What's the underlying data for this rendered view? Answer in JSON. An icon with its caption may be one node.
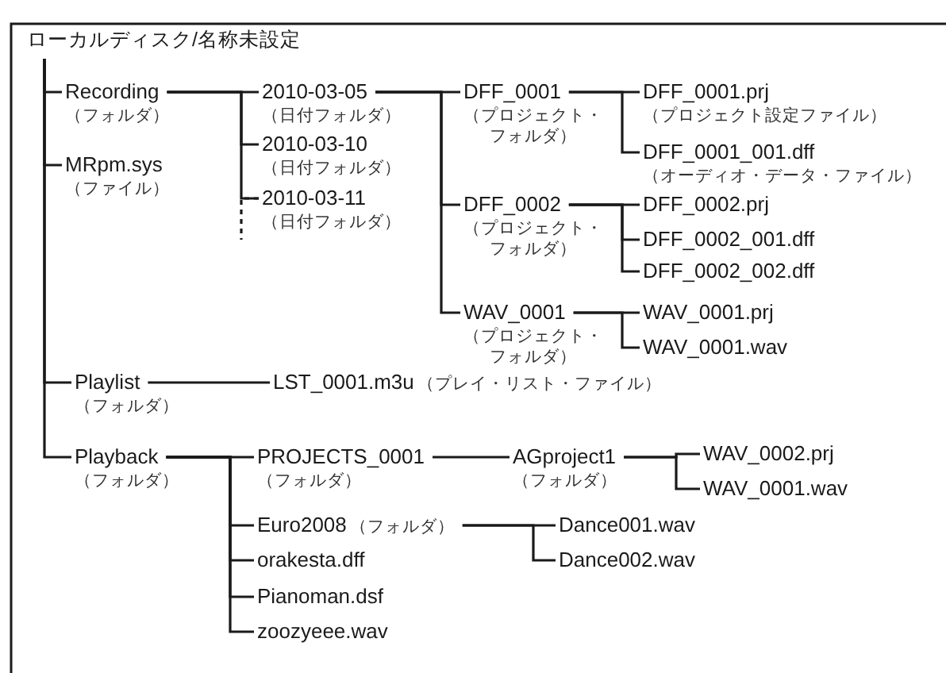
{
  "diagram": {
    "nodes": [
      {
        "text": [
          "ローカルディスク/名称未設定"
        ]
      },
      {
        "text": [
          "Recording",
          "（フォルダ）"
        ]
      },
      {
        "text": [
          "MRpm.sys",
          "（ファイル）"
        ]
      },
      {
        "text": [
          "Playlist",
          "（フォルダ）"
        ]
      },
      {
        "text": [
          "Playback",
          "（フォルダ）"
        ]
      },
      {
        "text": [
          "2010-03-05",
          "（日付フォルダ）"
        ]
      },
      {
        "text": [
          "2010-03-10",
          "（日付フォルダ）"
        ]
      },
      {
        "text": [
          "2010-03-11",
          "（日付フォルダ）"
        ]
      },
      {
        "text": [
          "DFF_0001",
          "（プロジェクト・フォルダ）"
        ]
      },
      {
        "text": [
          "DFF_0002",
          "（プロジェクト・フォルダ）"
        ]
      },
      {
        "text": [
          "WAV_0001",
          "（プロジェクト・フォルダ）"
        ]
      },
      {
        "text": [
          "DFF_0001.prj",
          "（プロジェクト設定ファイル）"
        ]
      },
      {
        "text": [
          "DFF_0001_001.dff",
          "（オーディオ・データ・ファイル）"
        ]
      },
      {
        "text": [
          "DFF_0002.prj"
        ]
      },
      {
        "text": [
          "DFF_0002_001.dff"
        ]
      },
      {
        "text": [
          "DFF_0002_002.dff"
        ]
      },
      {
        "text": [
          "WAV_0001.prj"
        ]
      },
      {
        "text": [
          "WAV_0001.wav"
        ]
      },
      {
        "text": [
          "LST_0001.m3u",
          "（プレイ・リスト・ファイル）"
        ]
      },
      {
        "text": [
          "PROJECTS_0001",
          "（フォルダ）"
        ]
      },
      {
        "text": [
          "Euro2008",
          "（フォルダ）"
        ]
      },
      {
        "text": [
          "orakesta.dff"
        ]
      },
      {
        "text": [
          "Pianoman.dsf"
        ]
      },
      {
        "text": [
          "zoozyeee.wav"
        ]
      },
      {
        "text": [
          "AGproject1",
          "（フォルダ）"
        ]
      },
      {
        "text": [
          "WAV_0002.prj"
        ]
      },
      {
        "text": [
          "WAV_0001.wav"
        ]
      },
      {
        "text": [
          "Dance001.wav"
        ]
      },
      {
        "text": [
          "Dance002.wav"
        ]
      }
    ],
    "edges": [
      {
        "from": 0,
        "to": 1,
        "arrow": "none"
      },
      {
        "from": 0,
        "to": 2,
        "arrow": "none"
      },
      {
        "from": 0,
        "to": 3,
        "arrow": "none"
      },
      {
        "from": 0,
        "to": 4,
        "arrow": "none"
      },
      {
        "from": 1,
        "to": 5,
        "arrow": "none"
      },
      {
        "from": 1,
        "to": 6,
        "arrow": "none"
      },
      {
        "from": 1,
        "to": 7,
        "arrow": "none"
      },
      {
        "from": 7,
        "to": null,
        "arrow": "none",
        "style": "dashed"
      },
      {
        "from": 5,
        "to": 8,
        "arrow": "none"
      },
      {
        "from": 5,
        "to": 9,
        "arrow": "none"
      },
      {
        "from": 5,
        "to": 10,
        "arrow": "none"
      },
      {
        "from": 8,
        "to": 11,
        "arrow": "none"
      },
      {
        "from": 8,
        "to": 12,
        "arrow": "none"
      },
      {
        "from": 9,
        "to": 13,
        "arrow": "none"
      },
      {
        "from": 9,
        "to": 14,
        "arrow": "none"
      },
      {
        "from": 9,
        "to": 15,
        "arrow": "none"
      },
      {
        "from": 10,
        "to": 16,
        "arrow": "none"
      },
      {
        "from": 10,
        "to": 17,
        "arrow": "none"
      },
      {
        "from": 3,
        "to": 18,
        "arrow": "none"
      },
      {
        "from": 4,
        "to": 19,
        "arrow": "none"
      },
      {
        "from": 4,
        "to": 20,
        "arrow": "none"
      },
      {
        "from": 4,
        "to": 21,
        "arrow": "none"
      },
      {
        "from": 4,
        "to": 22,
        "arrow": "none"
      },
      {
        "from": 4,
        "to": 23,
        "arrow": "none"
      },
      {
        "from": 19,
        "to": 24,
        "arrow": "none"
      },
      {
        "from": 24,
        "to": 25,
        "arrow": "none"
      },
      {
        "from": 24,
        "to": 26,
        "arrow": "none"
      },
      {
        "from": 20,
        "to": 27,
        "arrow": "none"
      },
      {
        "from": 20,
        "to": 28,
        "arrow": "none"
      }
    ]
  }
}
